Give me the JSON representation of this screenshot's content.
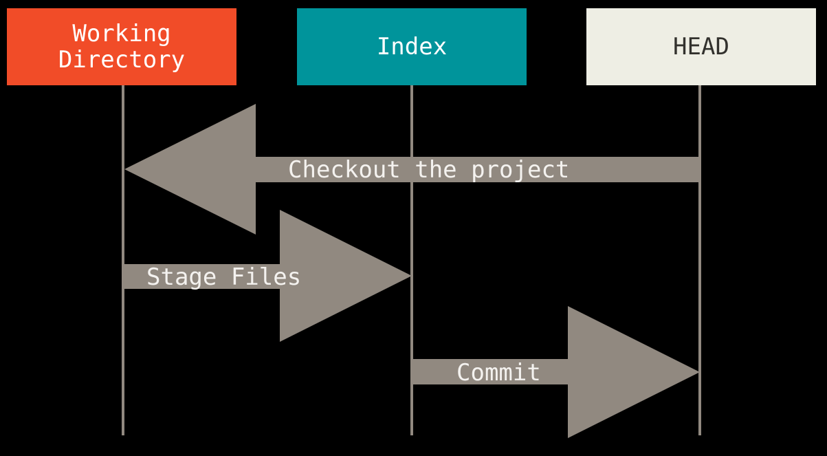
{
  "diagram": {
    "background_color": "#000000",
    "arrow_color": "#918980",
    "lifeline_color": "#918980",
    "label_text_color": "#f4f2ef"
  },
  "columns": [
    {
      "label": "Working Directory",
      "fill": "#f14c28",
      "text_color": "#ffffff"
    },
    {
      "label": "Index",
      "fill": "#00949b",
      "text_color": "#ffffff"
    },
    {
      "label": "HEAD",
      "fill": "#eeeee4",
      "text_color": "#32312d"
    }
  ],
  "arrows": [
    {
      "label": "Checkout the project",
      "from": "HEAD",
      "to": "Working Directory",
      "direction": "left"
    },
    {
      "label": "Stage Files",
      "from": "Working Directory",
      "to": "Index",
      "direction": "right"
    },
    {
      "label": "Commit",
      "from": "Index",
      "to": "HEAD",
      "direction": "right"
    }
  ]
}
